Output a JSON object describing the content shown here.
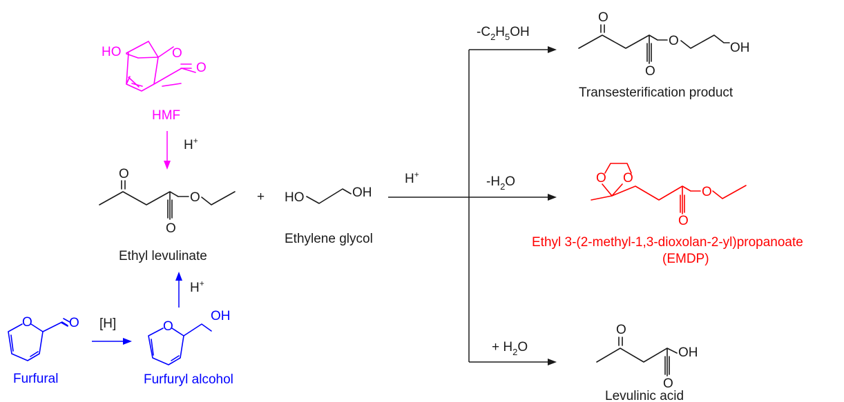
{
  "colors": {
    "black": "#1a1a1a",
    "magenta": "#ff00ff",
    "blue": "#0000ff",
    "red": "#ff0000"
  },
  "molecules": {
    "hmf": {
      "name": "HMF",
      "atom_ho": "HO",
      "atom_o_ring": "O",
      "atom_o_ald": "O"
    },
    "ethyl_levulinate": {
      "name": "Ethyl levulinate",
      "atom_o_ketone": "O",
      "atom_o_ester": "O",
      "atom_o_carbonyl": "O"
    },
    "ethylene_glycol": {
      "name": "Ethylene glycol",
      "atom_ho": "HO",
      "atom_oh": "OH"
    },
    "furfural": {
      "name": "Furfural",
      "atom_o_ring": "O",
      "atom_o_ald": "O"
    },
    "furfuryl_alcohol": {
      "name": "Furfuryl alcohol",
      "atom_o_ring": "O",
      "atom_oh": "OH"
    },
    "transesterification_product": {
      "name": "Transesterification product",
      "atom_o_ketone": "O",
      "atom_o_ester": "O",
      "atom_o_carbonyl": "O",
      "atom_oh": "OH"
    },
    "emdp": {
      "name_line1": "Ethyl 3-(2-methyl-1,3-dioxolan-2-yl)propanoate",
      "name_line2": "(EMDP)",
      "atom_o_ring1": "O",
      "atom_o_ring2": "O",
      "atom_o_ester": "O",
      "atom_o_carbonyl": "O"
    },
    "levulinic_acid": {
      "name": "Levulinic acid",
      "atom_o_ketone": "O",
      "atom_oh": "OH",
      "atom_o_carbonyl": "O"
    }
  },
  "reagents": {
    "plus": "+",
    "h_plus_hmf": {
      "base": "H",
      "sup": "+"
    },
    "h_plus_furfuryl": {
      "base": "H",
      "sup": "+"
    },
    "h_plus_main": {
      "base": "H",
      "sup": "+"
    },
    "hydrogenation": "[H]",
    "minus_ethanol": {
      "prefix": "-C",
      "sub1": "2",
      "mid": "H",
      "sub2": "5",
      "suffix": "OH"
    },
    "minus_water": {
      "prefix": "-H",
      "sub": "2",
      "suffix": "O"
    },
    "plus_water": {
      "prefix": "+ H",
      "sub": "2",
      "suffix": "O"
    }
  }
}
